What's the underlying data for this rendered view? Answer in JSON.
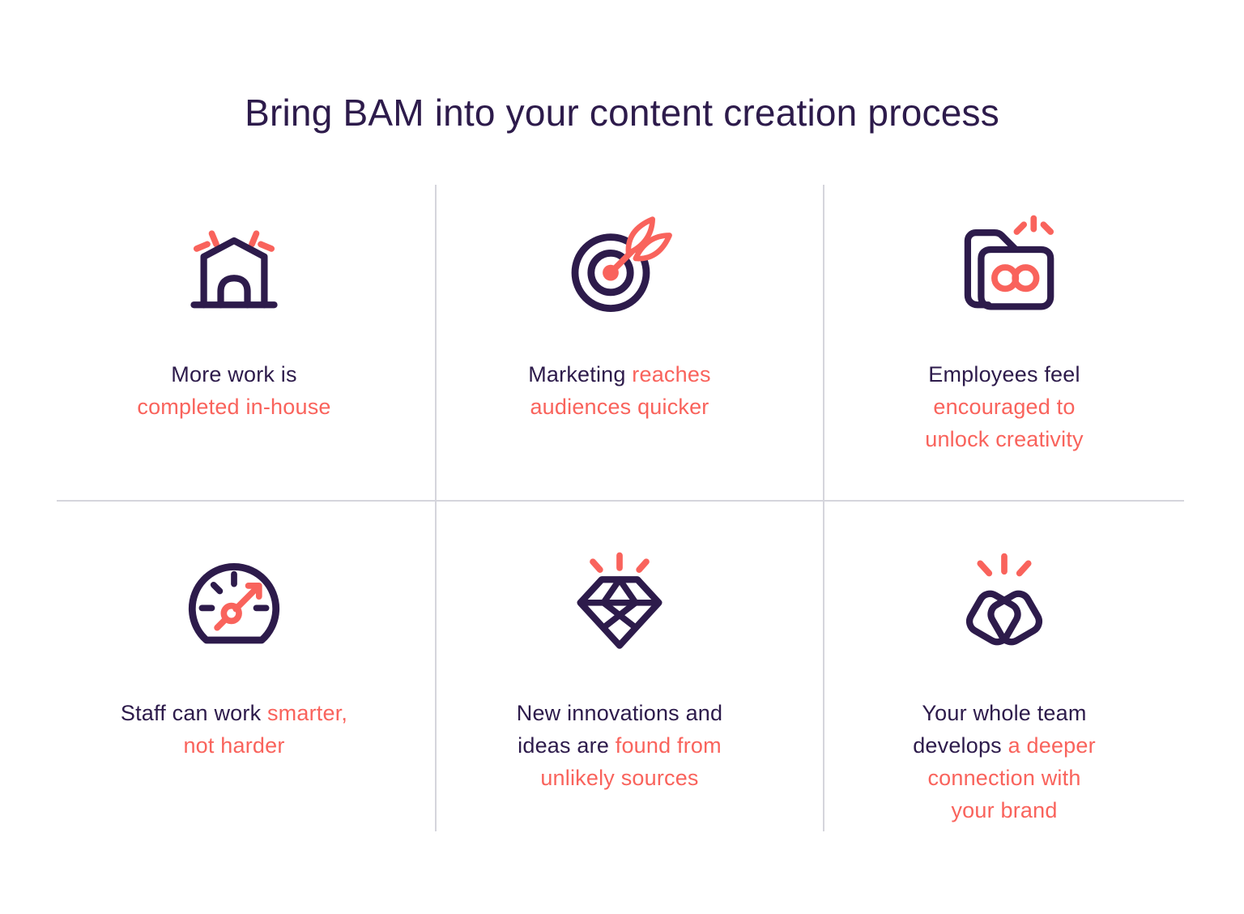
{
  "title": "Bring BAM into your content creation process",
  "colors": {
    "purple": "#2d1b4b",
    "coral": "#f9635c",
    "divider": "#d5d5dc",
    "background": "#ffffff"
  },
  "cards": [
    {
      "icon": "house-rays-icon",
      "segments": [
        {
          "text": "More work is\n",
          "color": "purple"
        },
        {
          "text": "completed in-house",
          "color": "coral"
        }
      ]
    },
    {
      "icon": "target-arrow-icon",
      "segments": [
        {
          "text": "Marketing ",
          "color": "purple"
        },
        {
          "text": "reaches\naudiences quicker",
          "color": "coral"
        }
      ]
    },
    {
      "icon": "folder-infinity-icon",
      "segments": [
        {
          "text": "Employees feel\n",
          "color": "purple"
        },
        {
          "text": "encouraged to\nunlock creativity",
          "color": "coral"
        }
      ]
    },
    {
      "icon": "speedometer-icon",
      "segments": [
        {
          "text": "Staff can work ",
          "color": "purple"
        },
        {
          "text": "smarter,\nnot harder",
          "color": "coral"
        }
      ]
    },
    {
      "icon": "diamond-rays-icon",
      "segments": [
        {
          "text": "New innovations and\nideas are ",
          "color": "purple"
        },
        {
          "text": "found from\nunlikely sources",
          "color": "coral"
        }
      ]
    },
    {
      "icon": "heart-loop-rays-icon",
      "segments": [
        {
          "text": "Your whole team\ndevelops ",
          "color": "purple"
        },
        {
          "text": "a deeper\nconnection with\nyour brand",
          "color": "coral"
        }
      ]
    }
  ]
}
